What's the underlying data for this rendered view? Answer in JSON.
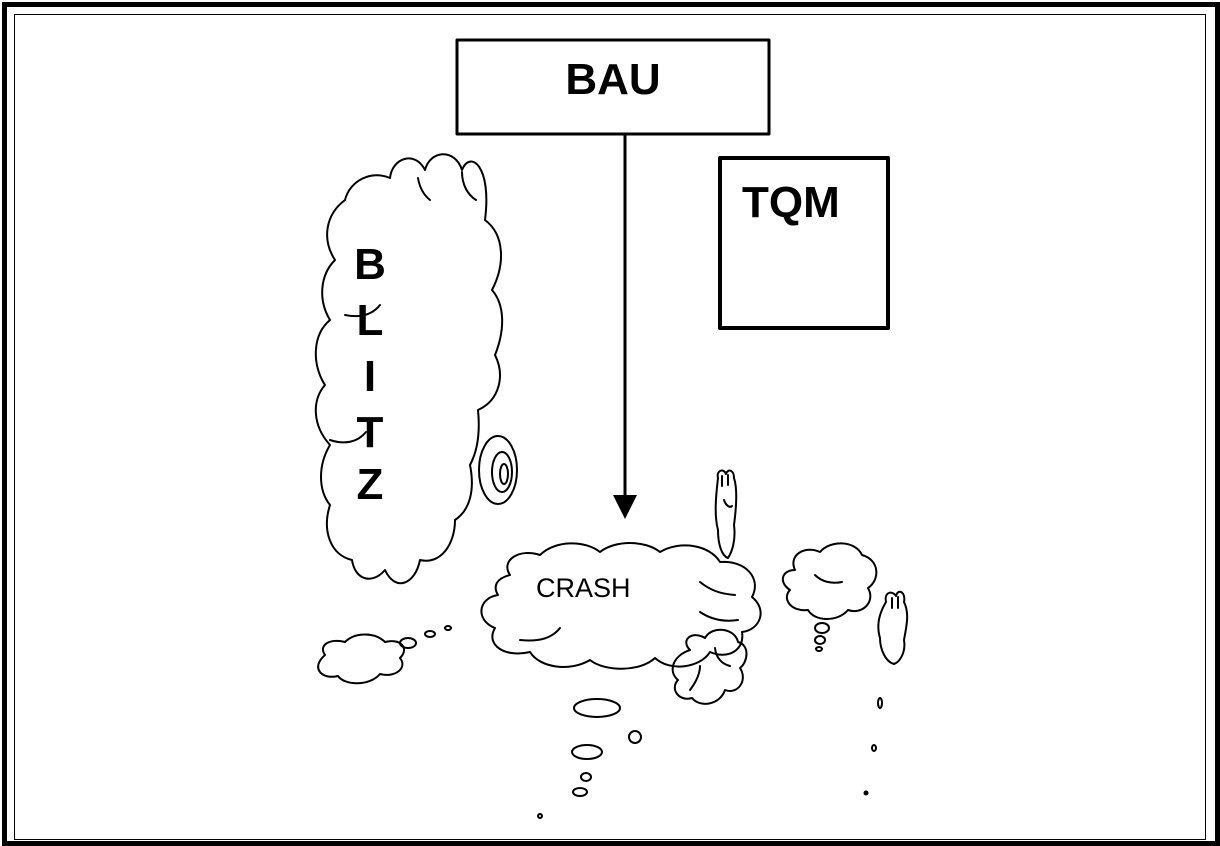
{
  "diagram": {
    "top_box": {
      "label": "BAU"
    },
    "right_box": {
      "label": "TQM"
    },
    "left_cloud": {
      "letters": [
        "B",
        "L",
        "I",
        "T",
        "Z"
      ]
    },
    "crash_cloud": {
      "label": "CRASH"
    }
  }
}
